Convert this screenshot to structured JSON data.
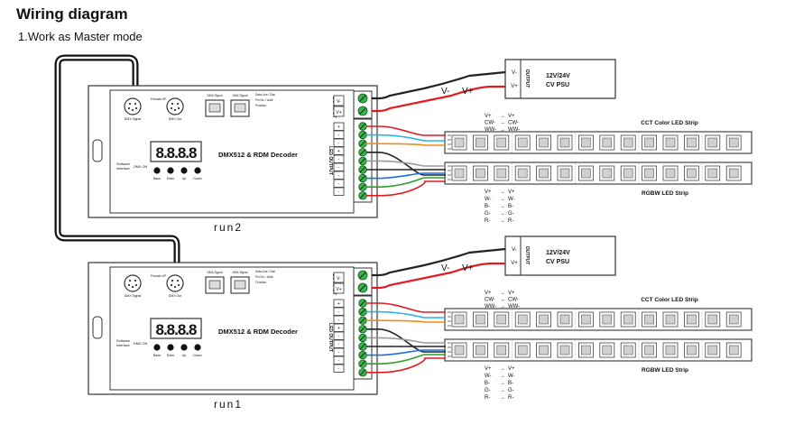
{
  "header": {
    "title": "Wiring diagram",
    "subtitle": "1.Work as Master mode"
  },
  "psu": {
    "output_label": "OUTPUT",
    "rating": "12V/24V",
    "type": "CV PSU",
    "vminus": "V-",
    "vplus": "V+"
  },
  "decoder": {
    "name": "DMX512 & RDM Decoder",
    "display": "8.8.8.8",
    "dc_input": "DC INPUT",
    "led_output": "LED OUTPUT",
    "buttons": [
      "Back",
      "Enter",
      "Up",
      "Down"
    ]
  },
  "units": [
    {
      "status": "run2"
    },
    {
      "status": "run1"
    }
  ],
  "strips": {
    "cct_title": "CCT Color LED Strip",
    "rgbw_title": "RGBW LED Strip",
    "cct_pins": [
      "V+",
      "CW-",
      "WW-"
    ],
    "rgbw_pins": [
      "V+",
      "W-",
      "B-",
      "G-",
      "R-"
    ]
  },
  "colors": {
    "wire_red": "#e11b22",
    "wire_black": "#222222",
    "wire_green": "#2ca02c",
    "wire_blue": "#1e6fd9",
    "wire_orange": "#f28c1c",
    "wire_cyan": "#27b5e8",
    "wire_gray": "#9a9a9a",
    "status_red": "#e11b22"
  }
}
